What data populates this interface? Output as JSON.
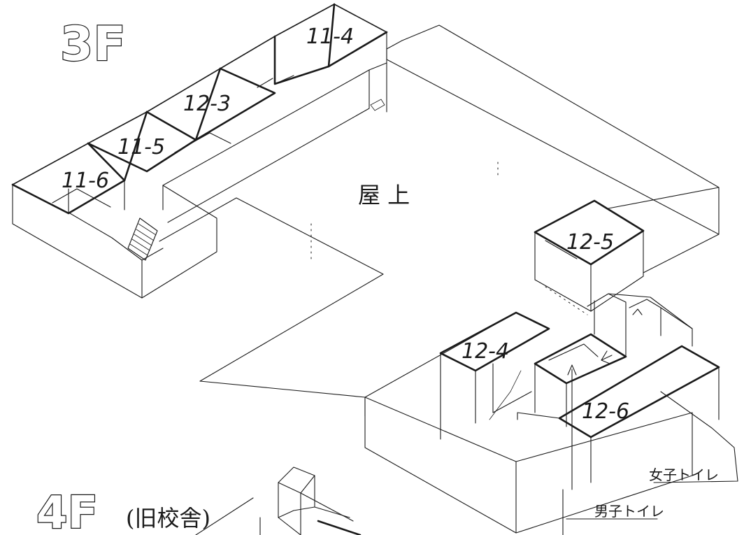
{
  "floors": {
    "f3": "3F",
    "f4": "4F",
    "f4_note": "(旧校舎)"
  },
  "areas": {
    "rooftop": "屋 上"
  },
  "rooms": {
    "r11_4": "11-4",
    "r12_3": "12-3",
    "r11_5": "11-5",
    "r11_6": "11-6",
    "r12_5": "12-5",
    "r12_4": "12-4",
    "r12_6": "12-6"
  },
  "callouts": {
    "womens_toilet": "女子トイレ",
    "mens_toilet": "男子トイレ"
  }
}
